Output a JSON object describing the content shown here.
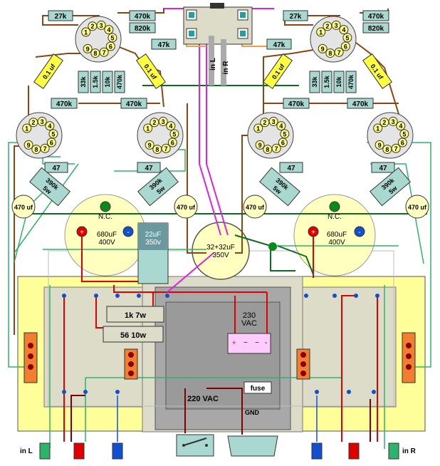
{
  "colors": {
    "wire_brown": "#8b4513",
    "wire_green": "#2db36b",
    "wire_red": "#e00000",
    "wire_magenta": "#e020e0",
    "wire_dark_green": "#0b6e1a",
    "wire_orange": "#f0a040",
    "resistor_fill": "#a8d8d0",
    "cap_fill": "#ffff40",
    "elcap_fill": "#ffffc0",
    "xfmr_yellow": "#ffff99",
    "xfmr_core": "#dcdcc8",
    "power_core": "#a8a8a8",
    "tube_socket": "#e4e4e4"
  },
  "labels": {
    "r27k_left": "27k",
    "r470k_top_left": "470k",
    "r820k_left": "820k",
    "r47k_top_left": "47k",
    "r27k_right": "27k",
    "r470k_top_right": "470k",
    "r820k_right": "820k",
    "r47k_top_right": "47k",
    "c01_a": "0.1 uf",
    "c01_b": "0.1 uf",
    "c01_c": "0.1 uf",
    "c01_d": "0.1 uf",
    "r33k_left": "33k",
    "r15k_left": "1.5k",
    "r10k_left": "10k",
    "r470k_v_left": "470k",
    "r33k_right": "33k",
    "r15k_right": "1.5k",
    "r10k_right": "10k",
    "r470k_v_right": "470k",
    "r470k_mid_l1": "470k",
    "r470k_mid_l2": "470k",
    "r470k_mid_r1": "470k",
    "r470k_mid_r2": "470k",
    "r47_l1": "47",
    "r47_l2": "47",
    "r47_r1": "47",
    "r47_r2": "47",
    "r390k_l1": "390k\n5w",
    "r390k_l2": "390k\n5w",
    "r390k_r1": "390k\n5w",
    "r390k_r2": "390k\n5w",
    "c470_1": "470 uf",
    "c470_2": "470 uf",
    "c470_3": "470 uf",
    "c470_4": "470 uf",
    "nc_left": "N.C.",
    "nc_right": "N.C.",
    "cap680_left": "680uF\n400V",
    "cap680_right": "680uF\n400V",
    "cap22": "22uF\n350v",
    "cap32": "32+32uF\n350V",
    "r1k7": "1k 7w",
    "r56": "56 10w",
    "vac230": "230\nVAC",
    "vac220": "220 VAC",
    "fuse": "fuse",
    "gnd": "GND",
    "in_l": "in L",
    "in_r": "in R",
    "in_L_vert": "in L",
    "in_R_vert": "in R",
    "pins": [
      "1",
      "2",
      "3",
      "4",
      "5",
      "6",
      "7",
      "8",
      "9"
    ],
    "ac_plus": "+",
    "ac_tilde": "~",
    "ac_minus": "-"
  }
}
